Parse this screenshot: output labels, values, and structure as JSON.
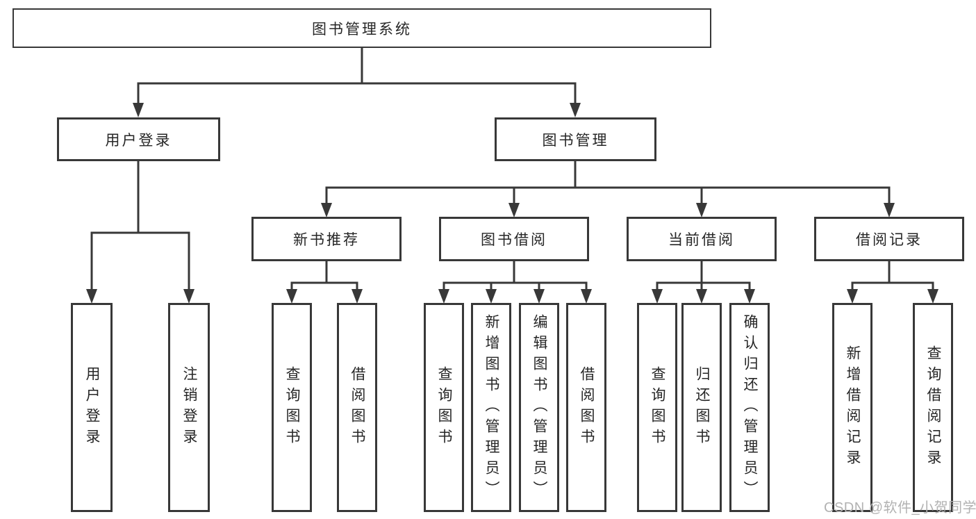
{
  "diagram": {
    "type": "hierarchy-tree",
    "watermark": "CSDN @软件_小贺同学",
    "colors": {
      "line": "#383838",
      "box_border": "#383838",
      "text": "#262626",
      "watermark": "#b2b2b2",
      "background": "#ffffff"
    },
    "root": {
      "label": "图书管理系统",
      "children": [
        {
          "label": "用户登录",
          "children": [
            {
              "label": "用户登录"
            },
            {
              "label": "注销登录"
            }
          ]
        },
        {
          "label": "图书管理",
          "children": [
            {
              "label": "新书推荐",
              "children": [
                {
                  "label": "查询图书"
                },
                {
                  "label": "借阅图书"
                }
              ]
            },
            {
              "label": "图书借阅",
              "children": [
                {
                  "label": "查询图书"
                },
                {
                  "label": "新增图书（管理员）"
                },
                {
                  "label": "编辑图书（管理员）"
                },
                {
                  "label": "借阅图书"
                }
              ]
            },
            {
              "label": "当前借阅",
              "children": [
                {
                  "label": "查询图书"
                },
                {
                  "label": "归还图书"
                },
                {
                  "label": "确认归还（管理员）"
                }
              ]
            },
            {
              "label": "借阅记录",
              "children": [
                {
                  "label": "新增借阅记录"
                },
                {
                  "label": "查询借阅记录"
                }
              ]
            }
          ]
        }
      ]
    }
  }
}
